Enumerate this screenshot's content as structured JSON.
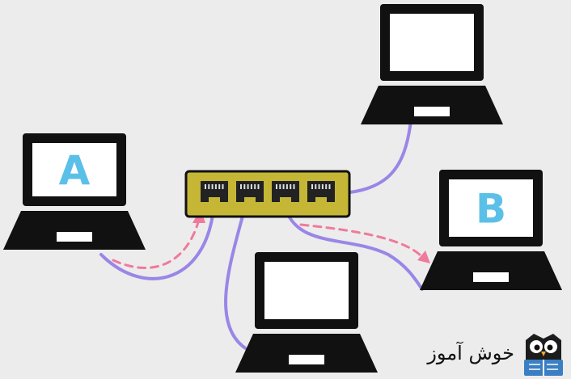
{
  "diagram": {
    "colors": {
      "background": "#ececec",
      "laptop": "#111111",
      "screen": "#ffffff",
      "letter": "#5bc0e8",
      "cable": "#9a86e6",
      "arrow": "#f07a9c",
      "switch_body": "#c6b636",
      "port": "#222222"
    },
    "laptops": [
      {
        "name": "laptop-a",
        "letter": "A"
      },
      {
        "name": "laptop-top",
        "letter": ""
      },
      {
        "name": "laptop-b",
        "letter": "B"
      },
      {
        "name": "laptop-bottom",
        "letter": ""
      }
    ],
    "switch": {
      "name": "network-switch",
      "port_count": 4
    },
    "arrows": [
      {
        "from": "laptop-a",
        "to": "network-switch",
        "style": "dashed"
      },
      {
        "from": "network-switch",
        "to": "laptop-b",
        "style": "dashed"
      }
    ]
  },
  "brand": {
    "text": "خوش آموز",
    "logo_icon": "owl-icon"
  }
}
